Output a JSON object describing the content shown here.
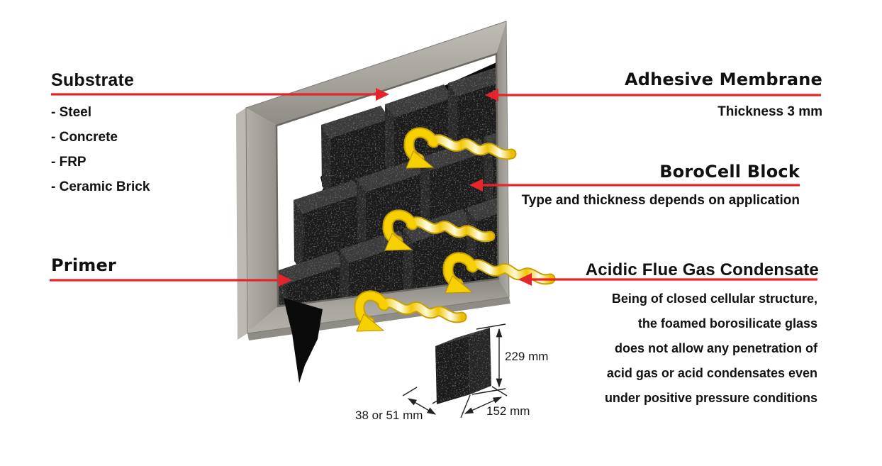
{
  "diagram": {
    "substrate": {
      "title": "Substrate",
      "items": [
        "- Steel",
        "- Concrete",
        "- FRP",
        "- Ceramic Brick"
      ]
    },
    "primer": {
      "title": "Primer"
    },
    "adhesive": {
      "title": "Adhesive Membrane",
      "subtitle": "Thickness 3 mm"
    },
    "borocell": {
      "title": "BoroCell Block",
      "subtitle": "Type and thickness depends on application"
    },
    "acidic": {
      "title": "Acidic Flue Gas Condensate",
      "lines": [
        "Being of closed cellular structure,",
        "the foamed borosilicate glass",
        "does not allow any penetration of",
        "acid gas or acid condensates even",
        "under positive pressure conditions"
      ]
    },
    "dimensions": {
      "height": "229 mm",
      "width": "152 mm",
      "depth": "38 or 51 mm"
    }
  },
  "colors": {
    "arrow_red": "#e5242b",
    "ribbon_yellow": "#f5cf00",
    "frame_gray": "#a5a29b",
    "block_dark": "#1e1e1e",
    "membrane_black": "#0b0b0b",
    "background": "#ffffff",
    "text": "#111111"
  }
}
